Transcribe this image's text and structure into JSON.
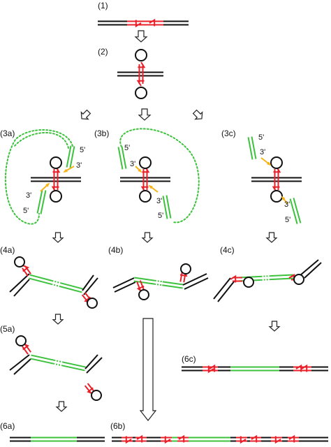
{
  "colors": {
    "dna": "#111111",
    "palindrome": "#e8202a",
    "primer": "#3cc23c",
    "loop_primer_path": "#3cc23c",
    "annealing_arrow": "#f5b318",
    "flow_arrow_stroke": "#222222",
    "flow_arrow_fill": "#ffffff"
  },
  "step_labels": {
    "s1": "(1)",
    "s2": "(2)",
    "s3a": "(3a)",
    "s3b": "(3b)",
    "s3c": "(3c)",
    "s4a": "(4a)",
    "s4b": "(4b)",
    "s4c": "(4c)",
    "s5a": "(5a)",
    "s6a": "(6a)",
    "s6b": "(6b)",
    "s6c": "(6c)"
  },
  "strand_ends": {
    "a_top5": "5'",
    "a_top3": "3'",
    "a_bot3": "3'",
    "a_bot5": "5'",
    "b_top5": "5'",
    "b_top3": "3'",
    "b_bot3": "3'",
    "b_bot5": "5'",
    "c_top5": "5'",
    "c_top3": "3'",
    "c_bot3": "3'",
    "c_bot5": "5'"
  },
  "icons": {
    "flow_arrow": "hollow-down-arrow-icon",
    "palindrome_arrow": "red-arrowhead-icon",
    "hairpin": "hairpin-loop-icon",
    "annealing": "orange-annealing-arrow-icon"
  }
}
